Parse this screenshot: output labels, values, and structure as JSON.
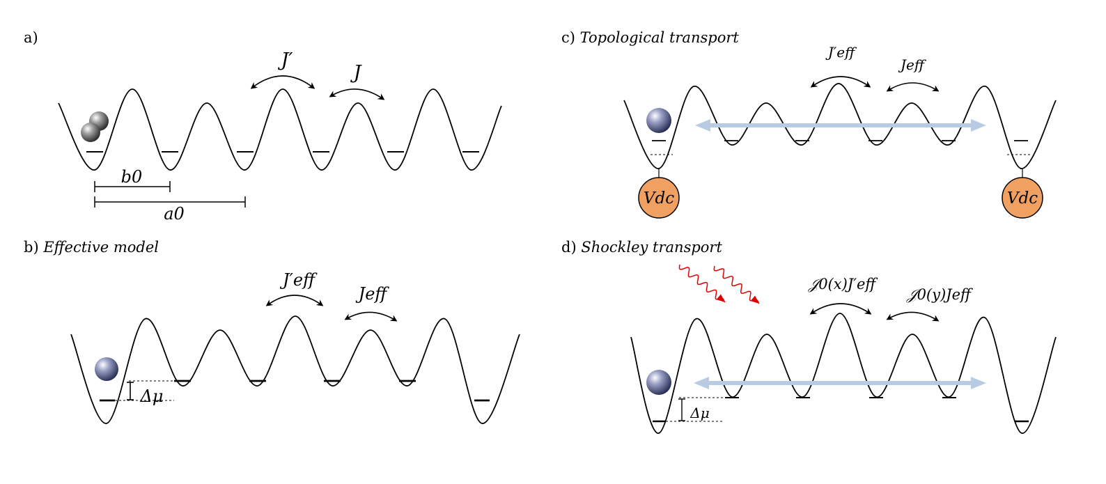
{
  "panels": {
    "a": {
      "letter": "a)",
      "title": "",
      "hop_strong": "J′",
      "hop_weak": "J",
      "dist_small": "b0",
      "dist_large": "a0"
    },
    "b": {
      "letter": "b)",
      "title": "Effective model",
      "hop_strong": "J′eff",
      "hop_weak": "Jeff",
      "offset": "Δμ"
    },
    "c": {
      "letter": "c)",
      "title": "Topological transport",
      "hop_strong": "J′eff",
      "hop_weak": "Jeff",
      "bias_left": "Vdc",
      "bias_right": "Vdc"
    },
    "d": {
      "letter": "d)",
      "title": "Shockley transport",
      "hop_strong": "𝒥0(x)J′eff",
      "hop_weak": "𝒥0(y)Jeff",
      "offset": "Δμ"
    }
  },
  "colors": {
    "line": "#000000",
    "arrow_transport": "#b9cbe3",
    "bias_source": "#f0a060",
    "photon": "#e00000"
  }
}
